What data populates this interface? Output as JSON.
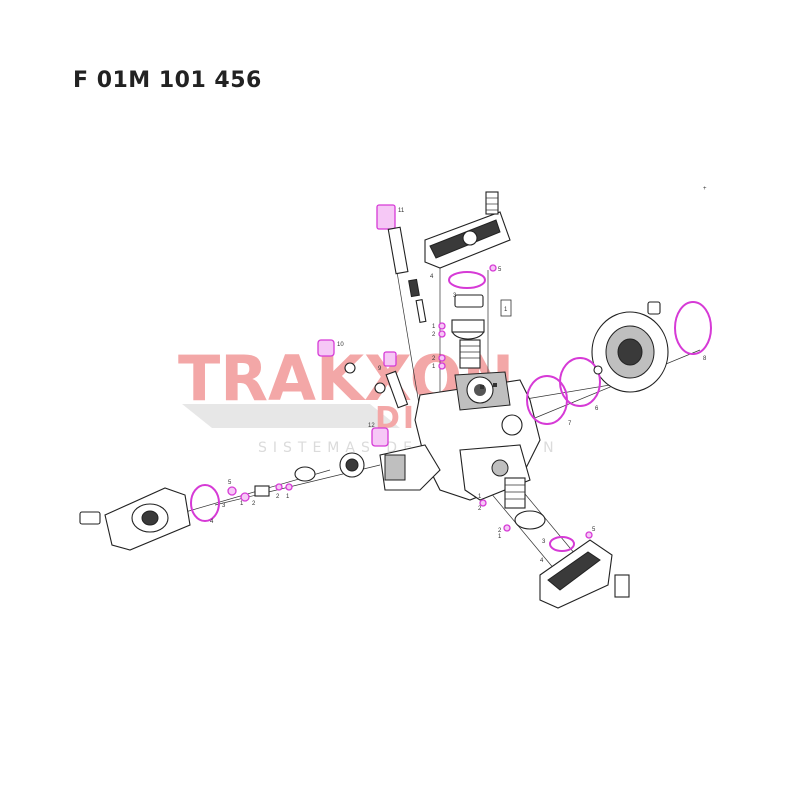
{
  "title": "F 01M 101 456",
  "watermark": {
    "brand": "TRAKXON",
    "sub": "DIESEL",
    "tagline": "SISTEMAS DE INYECCION"
  },
  "callouts": {
    "c1": "1",
    "c2": "2",
    "c3": "3",
    "c4": "4",
    "c5": "5",
    "c6": "6",
    "c7": "7",
    "c8": "8",
    "c9": "9",
    "c10": "10",
    "c11": "11",
    "c12": "12",
    "box": "1",
    "plus": "+"
  },
  "colors": {
    "seal_highlight": "#d63ad6",
    "watermark_red": "#f08a8a",
    "watermark_gray": "#d9d9d9"
  }
}
